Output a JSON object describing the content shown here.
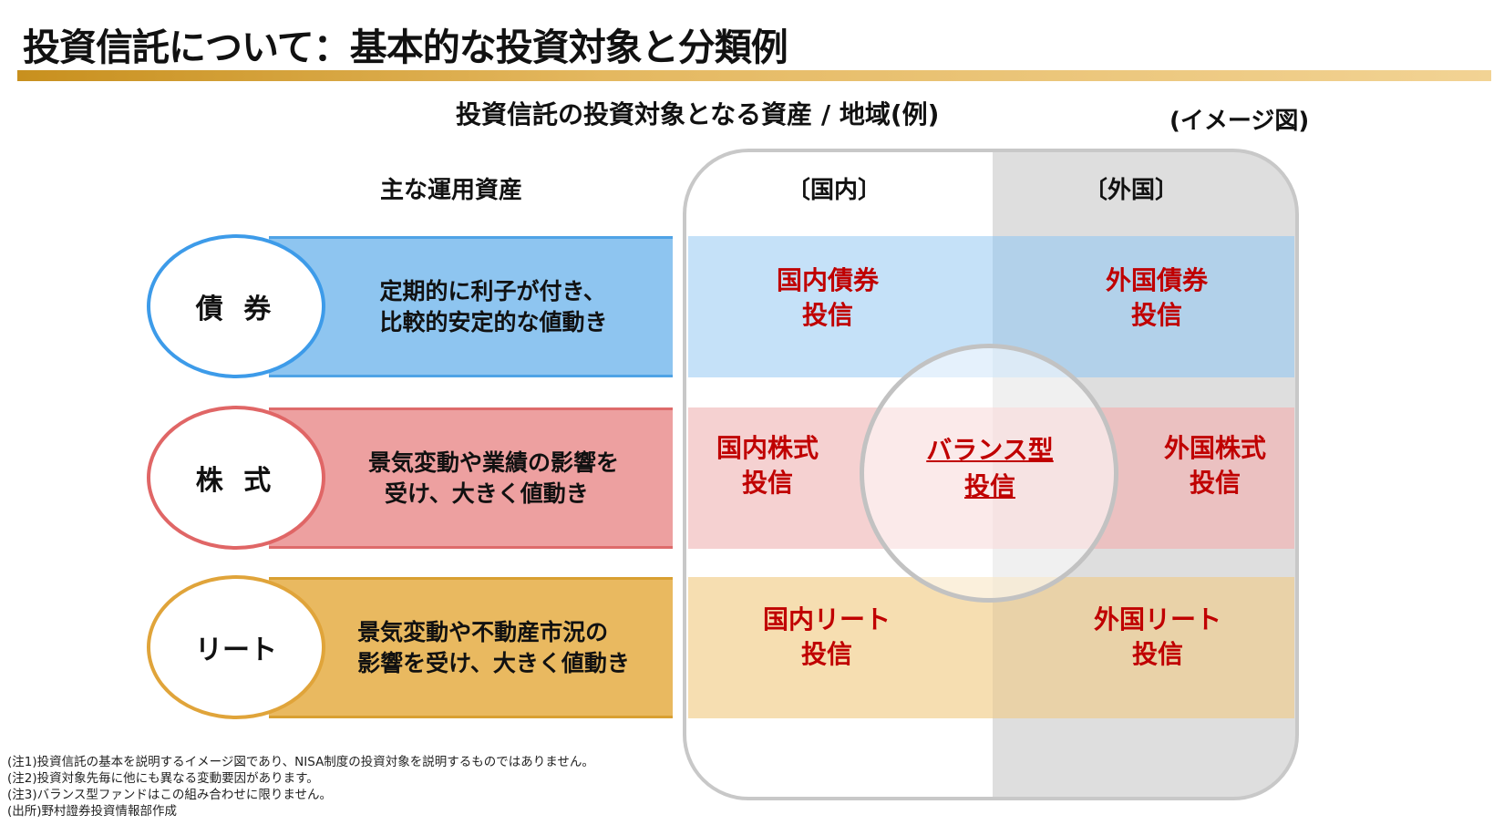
{
  "title": "投資信託について：基本的な投資対象と分類例",
  "subtitle": "投資信託の投資対象となる資産 / 地域(例)",
  "image_label": "(イメージ図)",
  "assets_heading": "主な運用資産",
  "columns": {
    "domestic": "〔国内〕",
    "foreign": "〔外国〕"
  },
  "assets": [
    {
      "name": "債 券",
      "desc1": "定期的に利子が付き、",
      "desc2": "比較的安定的な値動き",
      "domestic1": "国内債券",
      "domestic2": "投信",
      "foreign1": "外国債券",
      "foreign2": "投信"
    },
    {
      "name": "株 式",
      "desc1": "景気変動や業績の影響を",
      "desc2": "受け、大きく値動き",
      "domestic1": "国内株式",
      "domestic2": "投信",
      "foreign1": "外国株式",
      "foreign2": "投信"
    },
    {
      "name": "リート",
      "desc1": "景気変動や不動産市況の",
      "desc2": "影響を受け、大きく値動き",
      "domestic1": "国内リート",
      "domestic2": "投信",
      "foreign1": "外国リート",
      "foreign2": "投信"
    }
  ],
  "balance": {
    "line1": "バランス型",
    "line2": "投信"
  },
  "notes": [
    "(注1)投資信託の基本を説明するイメージ図であり、NISA制度の投資対象を説明するものではありません。",
    "(注2)投資対象先毎に他にも異なる変動要因があります。",
    "(注3)バランス型ファンドはこの組み合わせに限りません。",
    "(出所)野村證券投資情報部作成"
  ],
  "colors": {
    "accent_red": "#c00000",
    "gold": "#d9a441",
    "bond": "#8ec5f0",
    "stock": "#eda0a0",
    "reit": "#e9b960"
  }
}
